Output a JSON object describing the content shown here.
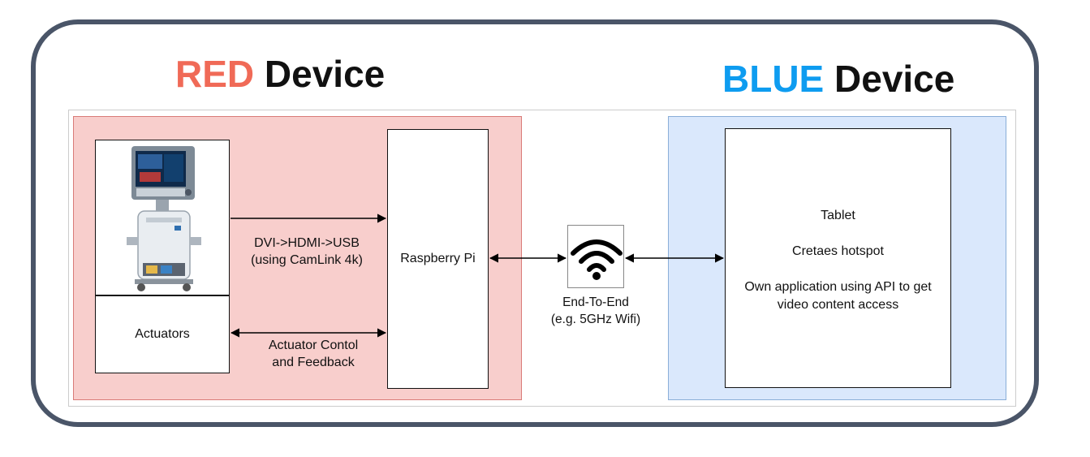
{
  "titles": {
    "red_device": {
      "accent": "RED",
      "word": "Device"
    },
    "blue_device": {
      "accent": "BLUE",
      "word": "Device"
    }
  },
  "colors": {
    "red_accent": "#f06a57",
    "blue_accent": "#0e9cf0",
    "red_zone_fill": "#f8cecc",
    "blue_zone_fill": "#dae8fc",
    "frame_border": "#4a5568"
  },
  "nodes": {
    "medical_device_image": {
      "icon": "ultrasound-machine-icon"
    },
    "actuators": {
      "label": "Actuators"
    },
    "raspberry_pi": {
      "label": "Raspberry Pi"
    },
    "wifi": {
      "icon": "wifi-icon"
    },
    "tablet": {
      "line1": "Tablet",
      "line2": "Cretaes hotspot",
      "line3": "Own application using API to get",
      "line4": "video content access"
    }
  },
  "edges": {
    "video_link": {
      "line1": "DVI->HDMI->USB",
      "line2": "(using CamLink 4k)"
    },
    "actuator_link": {
      "line1": "Actuator Contol",
      "line2": "and Feedback"
    },
    "wireless_link": {
      "line1": "End-To-End",
      "line2": "(e.g. 5GHz Wifi)"
    }
  }
}
